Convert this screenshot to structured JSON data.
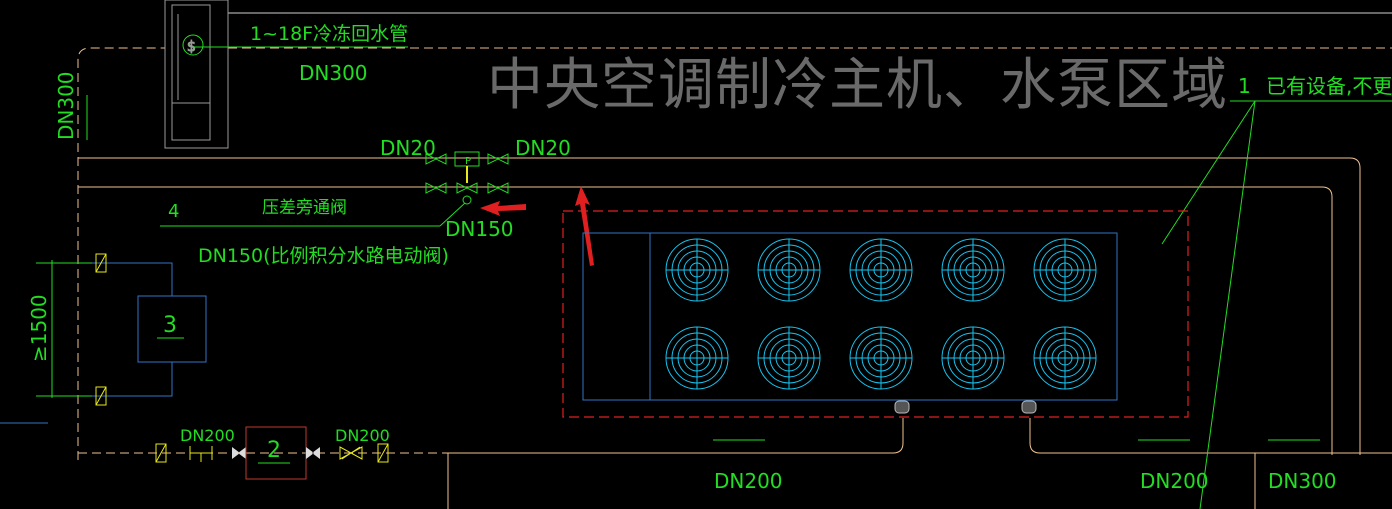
{
  "title": "中央空调制冷主机、水泵区域",
  "labels": {
    "return_pipe": "1~18F冷冻回水管",
    "dn300_top": "DN300",
    "dn300_left": "DN300",
    "dn20_left": "DN20",
    "dn20_right": "DN20",
    "bypass_valve_num": "4",
    "bypass_valve_name": "压差旁通阀",
    "dn150": "DN150",
    "dn150_desc": "DN150(比例积分水路电动阀)",
    "dim_1500": "≥1500",
    "equip_3": "3",
    "equip_2": "2",
    "dn200_a": "DN200",
    "dn200_b": "DN200",
    "dn200_bottom_mid": "DN200",
    "dn200_bottom_right": "DN200",
    "dn300_bottom": "DN300",
    "existing_num": "1",
    "existing_note": "已有设备,不更换",
    "valve_p": "P"
  },
  "fan_rows": 2,
  "fan_cols": 5,
  "colors": {
    "background": "#000000",
    "pipe": "#f2c290",
    "dash_pipe": "#e8b98a",
    "green": "#22dd22",
    "blue": "#2f74c6",
    "cyan": "#18c3ee",
    "red": "#e02020",
    "dark_red": "#c0392b",
    "yellow": "#e8e81a",
    "gray_text": "#6a6a6a",
    "white": "#dcdcdc"
  }
}
